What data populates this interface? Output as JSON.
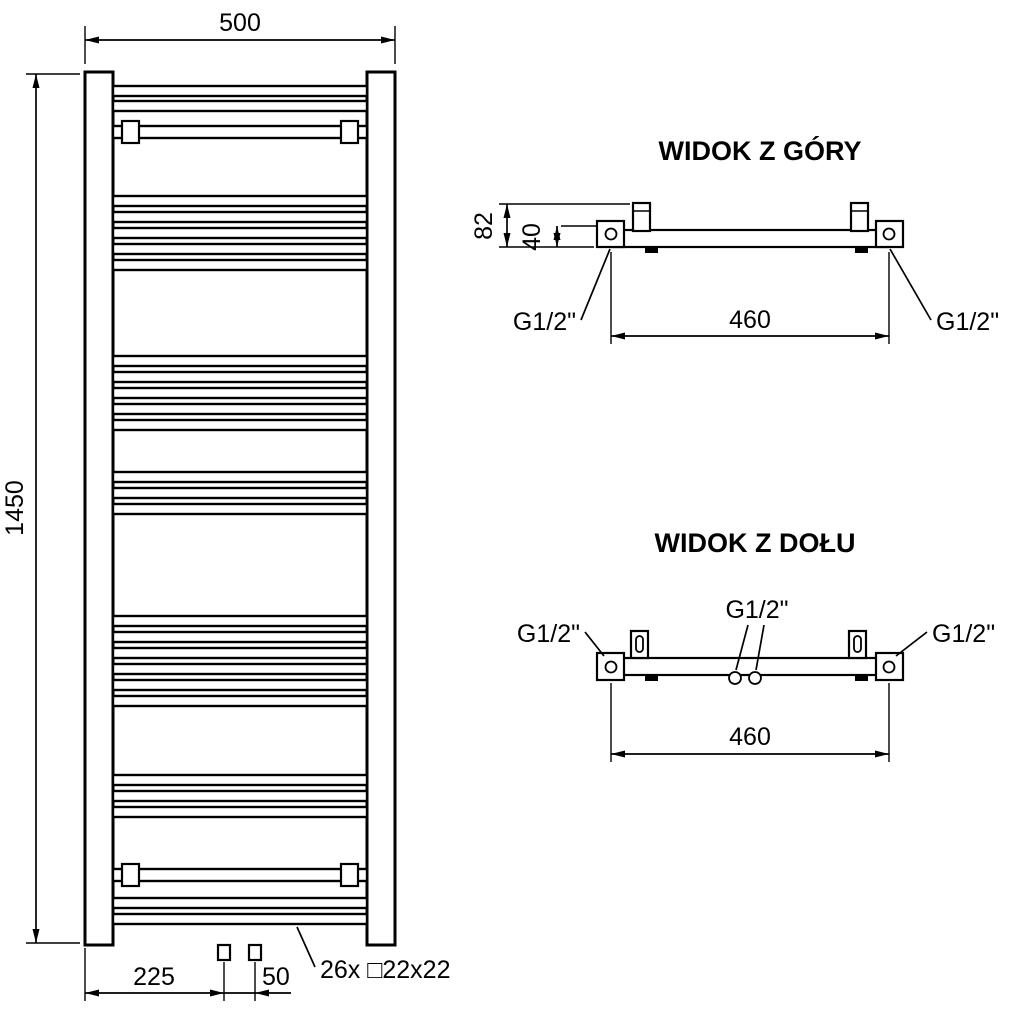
{
  "front_view": {
    "width": "500",
    "height": "1450",
    "pipe_offset": "225",
    "pipe_spacing": "50",
    "tube_note": "26x □22x22"
  },
  "top_view": {
    "title": "WIDOK Z GÓRY",
    "depth": "82",
    "axis_offset": "40",
    "connection_spacing": "460",
    "thread_left": "G1/2\"",
    "thread_right": "G1/2\""
  },
  "bottom_view": {
    "title": "WIDOK Z DOŁU",
    "connection_spacing": "460",
    "thread_left": "G1/2\"",
    "thread_center": "G1/2\"",
    "thread_right": "G1/2\""
  }
}
